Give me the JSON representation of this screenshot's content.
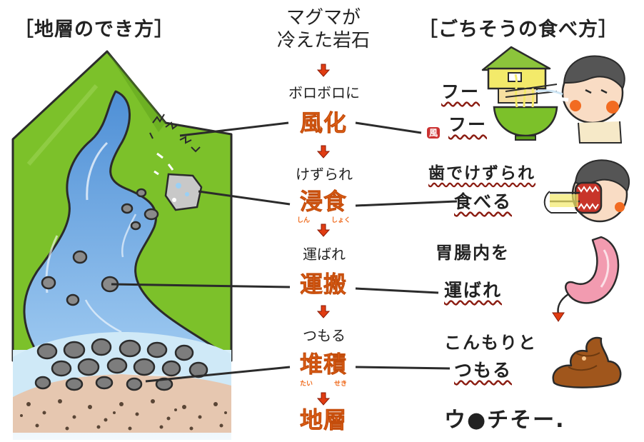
{
  "left_header": "［地層のでき方］",
  "right_header": "［ごちそうの食べ方］",
  "origin": [
    "マグマが",
    "冷えた岩石"
  ],
  "steps": [
    {
      "lead": "ボロボロに",
      "term": "風化",
      "ruby": []
    },
    {
      "lead": "けずられ",
      "term": "浸食",
      "ruby": [
        "しん",
        "しょく"
      ]
    },
    {
      "lead": "運ばれ",
      "term": "運搬",
      "ruby": []
    },
    {
      "lead": "つもる",
      "term": "堆積",
      "ruby": [
        "たい",
        "せき"
      ]
    }
  ],
  "result": "地層",
  "food_captions": {
    "blow_1": "フー",
    "blow_2": "フー",
    "wind_badge": "風",
    "chew_1": "歯でけずられ",
    "chew_2": "食べる",
    "carry_1": "胃腸内を",
    "carry_2": "運ばれ",
    "pile_1": "こんもりと",
    "pile_2": "つもる",
    "final": "ウ●チそー."
  },
  "colors": {
    "accent": "#ef6a1c",
    "mountain": "#7cc12a",
    "river": "#5b9bdc",
    "arrow": "#e03c12"
  }
}
